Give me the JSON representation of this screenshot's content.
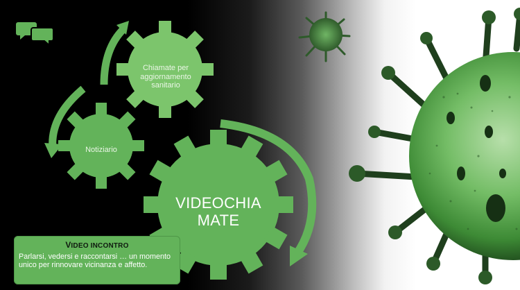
{
  "slide": {
    "colors": {
      "gear": "#63b35a",
      "gear_light": "#82c772",
      "arrow": "#63b35a",
      "virus": "#4aa042",
      "virus_dark": "#1f3f1d",
      "background_left": "#000000",
      "background_right": "#ffffff"
    },
    "icon": "chat-bubbles-icon",
    "gears": [
      {
        "label": "Chiamate per aggiornamento sanitario"
      },
      {
        "label": "Notiziario"
      },
      {
        "label": "VIDEOCHIA MATE"
      }
    ],
    "info_box": {
      "title_first": "V",
      "title_rest": "IDEO INCONTRO",
      "text": "Parlarsi, vedersi e raccontarsi … un momento unico per rinnovare vicinanza e affetto."
    }
  }
}
